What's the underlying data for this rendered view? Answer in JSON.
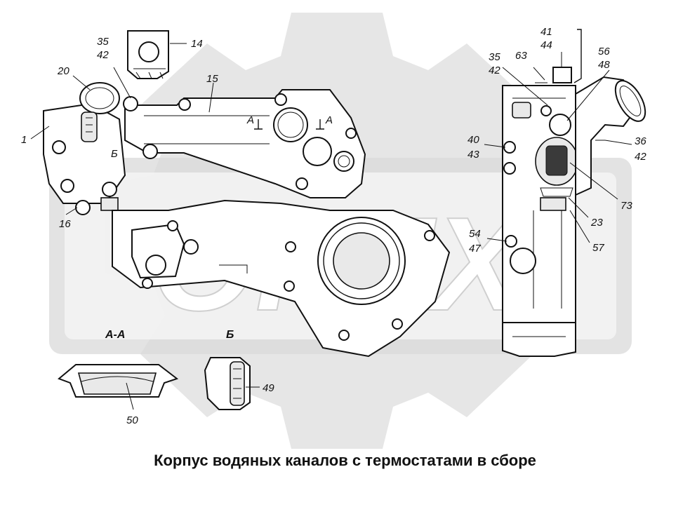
{
  "caption": "Корпус водяных каналов с термостатами в сборе",
  "watermark": "OPEX",
  "sections": {
    "aa": "А-А",
    "b": "Б"
  },
  "cut_marks": {
    "left": "А",
    "right": "А",
    "detail_b": "Б"
  },
  "callouts": {
    "c1": "1",
    "c14": "14",
    "c15": "15",
    "c16": "16",
    "c20": "20",
    "c35a": "35",
    "c42a": "42",
    "c35b": "35",
    "c42b": "42",
    "c63": "63",
    "c41": "41",
    "c44": "44",
    "c56": "56",
    "c48": "48",
    "c40": "40",
    "c43": "43",
    "c36": "36",
    "c42c": "42",
    "c73": "73",
    "c23": "23",
    "c54": "54",
    "c47": "47",
    "c57": "57",
    "c50": "50",
    "c49": "49"
  },
  "colors": {
    "ink": "#111111",
    "watermark": "#d9d9d9",
    "background": "#ffffff"
  }
}
